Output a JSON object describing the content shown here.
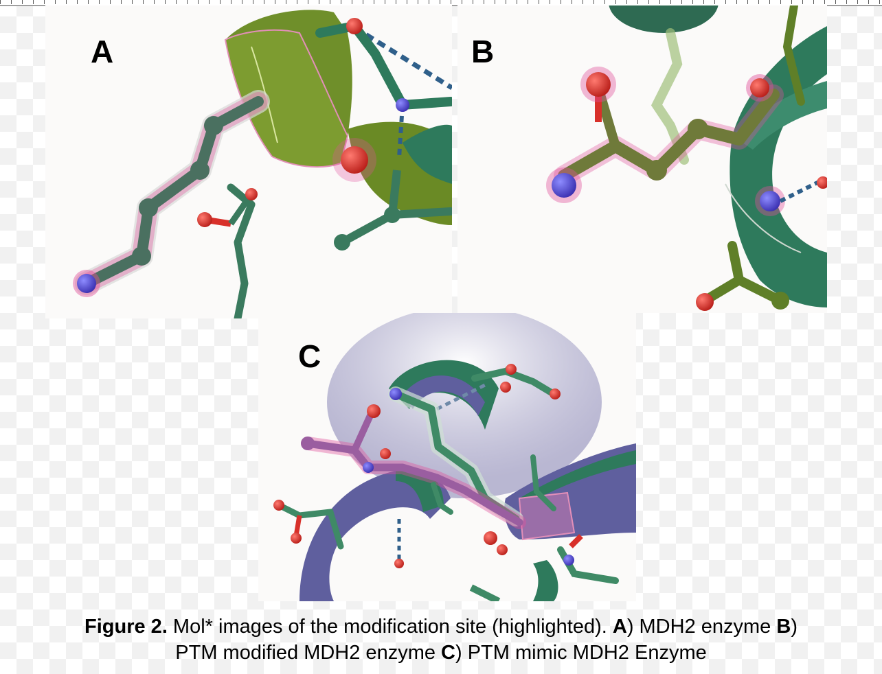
{
  "figure": {
    "panels": [
      {
        "label": "A"
      },
      {
        "label": "B"
      },
      {
        "label": "C"
      }
    ],
    "caption": {
      "prefix": "Figure 2.",
      "text1": " Mol* images of the modification site (highlighted). ",
      "key_a": "A",
      "text2": ") MDH2 enzyme ",
      "key_b": "B",
      "text3": ")",
      "text4": "PTM modified MDH2 enzyme ",
      "key_c": "C",
      "text5": ") PTM mimic MDH2 Enzyme"
    }
  },
  "colors": {
    "ribbon_green": "#6f8f2a",
    "ribbon_teal": "#2e7a5c",
    "ribbon_purple": "#5f5f9e",
    "oxygen": "#d8302a",
    "nitrogen": "#3b4fd0",
    "highlight_pink": "#e04f9a",
    "hbond": "#2f5f8a"
  }
}
